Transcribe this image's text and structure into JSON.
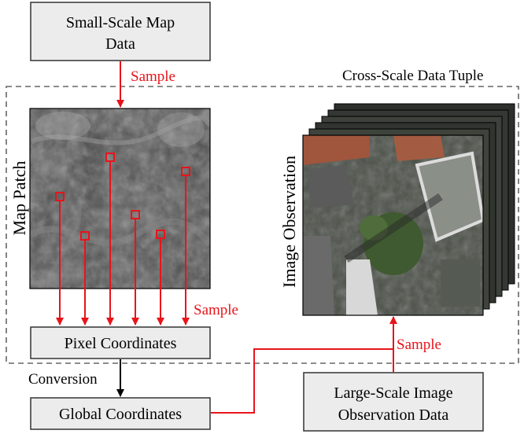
{
  "nodes": {
    "small_scale_line1": "Small-Scale Map",
    "small_scale_line2": "Data",
    "pixel_coordinates": "Pixel Coordinates",
    "global_coordinates": "Global Coordinates",
    "large_scale_line1": "Large-Scale Image",
    "large_scale_line2": "Observation Data"
  },
  "labels": {
    "sample_top": "Sample",
    "sample_right_map": "Sample",
    "sample_image": "Sample",
    "conversion": "Conversion",
    "cross_scale_tuple": "Cross-Scale Data Tuple",
    "map_patch": "Map Patch",
    "image_observation": "Image Observation"
  },
  "colors": {
    "arrow_red": "#e8141a",
    "arrow_black": "#000000",
    "box_fill": "#ececec",
    "box_stroke": "#333333",
    "dashed_border": "#666666"
  }
}
